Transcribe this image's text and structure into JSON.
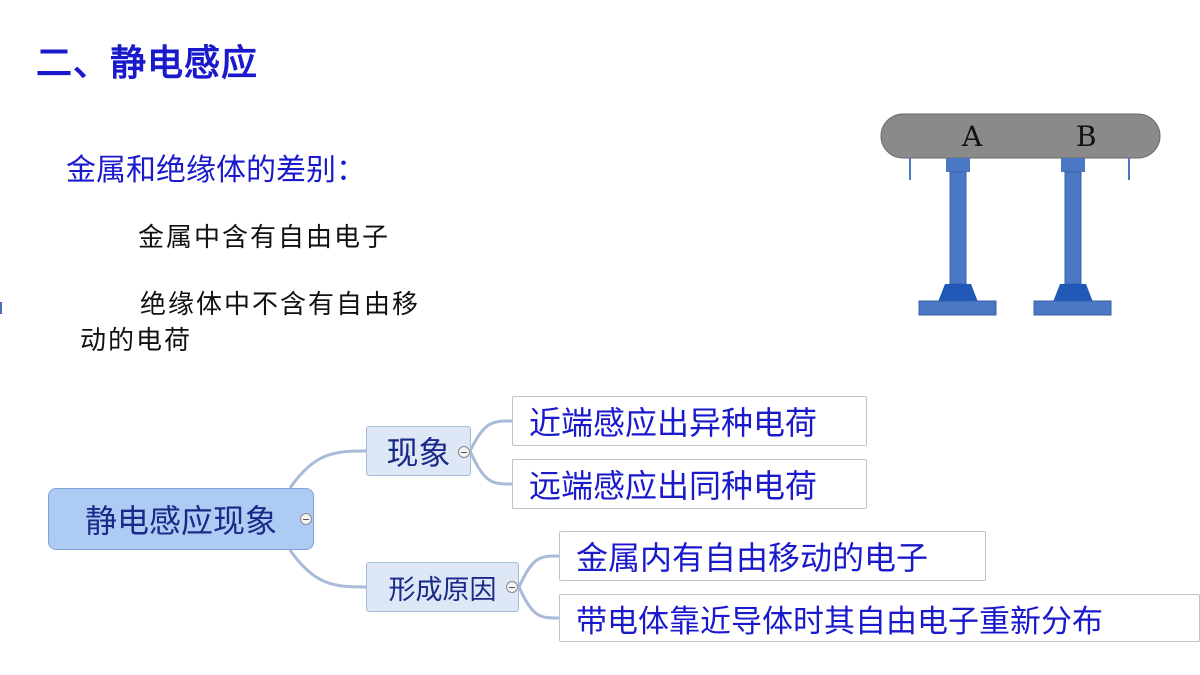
{
  "slide": {
    "title": "二、静电感应",
    "subtitle": "金属和绝缘体的差别：",
    "points": [
      "金属中含有自由电子",
      "绝缘体中不含有自由移",
      "动的电荷"
    ]
  },
  "apparatus": {
    "labels": [
      "A",
      "B"
    ],
    "colors": {
      "conductor": "#8a8a8a",
      "stand": "#4a78c4",
      "base_dark": "#1f58b5"
    }
  },
  "mindmap": {
    "root": "静电感应现象",
    "branches": [
      {
        "label": "现象",
        "children": [
          "近端感应出异种电荷",
          "远端感应出同种电荷"
        ]
      },
      {
        "label": "形成原因",
        "children": [
          "金属内有自由移动的电子",
          "带电体靠近导体时其自由电子重新分布"
        ]
      }
    ],
    "colors": {
      "connector": "#a9bbd9",
      "text": "#1a1acc"
    }
  }
}
